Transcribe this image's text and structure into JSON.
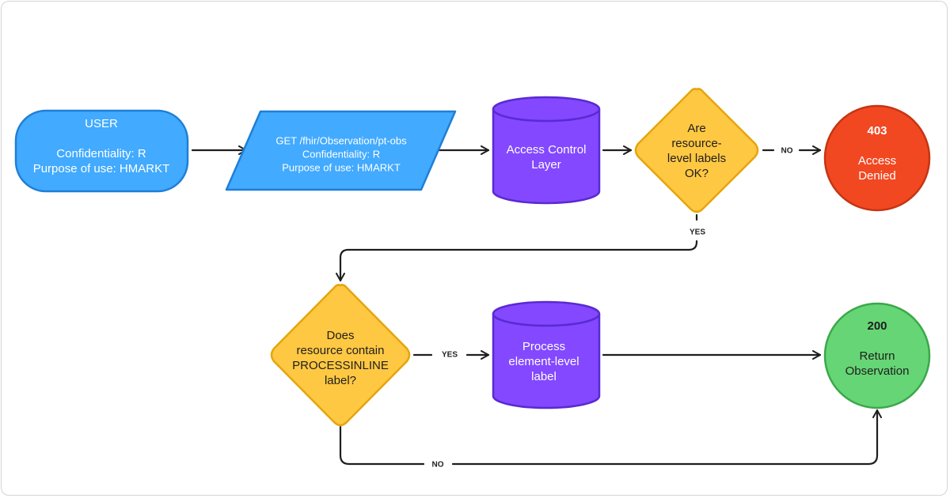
{
  "nodes": {
    "user": {
      "title": "USER",
      "line1": "Confidentiality: R",
      "line2": "Purpose of use: HMARKT"
    },
    "request": {
      "line1": "GET /fhir/Observation/pt-obs",
      "line2": "Confidentiality: R",
      "line3": "Purpose of use: HMARKT"
    },
    "access_control": {
      "line1": "Access Control",
      "line2": "Layer"
    },
    "resource_check": {
      "line1": "Are",
      "line2": "resource-",
      "line3": "level labels",
      "line4": "OK?"
    },
    "denied": {
      "code": "403",
      "line1": "Access",
      "line2": "Denied"
    },
    "inline_check": {
      "line1": "Does",
      "line2": "resource contain",
      "line3": "PROCESSINLINE",
      "line4": "label?"
    },
    "process": {
      "line1": "Process",
      "line2": "element-level",
      "line3": "label"
    },
    "success": {
      "code": "200",
      "line1": "Return",
      "line2": "Observation"
    }
  },
  "edges": {
    "resource_no": "NO",
    "resource_yes": "YES",
    "inline_yes": "YES",
    "inline_no": "NO"
  },
  "colors": {
    "user_fill": "#42aaff",
    "user_stroke": "#1f7fd6",
    "cylinder_fill": "#8348ff",
    "cylinder_stroke": "#5a2ad1",
    "diamond_fill": "#ffc843",
    "diamond_stroke": "#e5a50c",
    "denied_fill": "#f24822",
    "denied_stroke": "#c53513",
    "success_fill": "#66d575",
    "success_stroke": "#3ba84a",
    "edge": "#1e1e1e"
  }
}
